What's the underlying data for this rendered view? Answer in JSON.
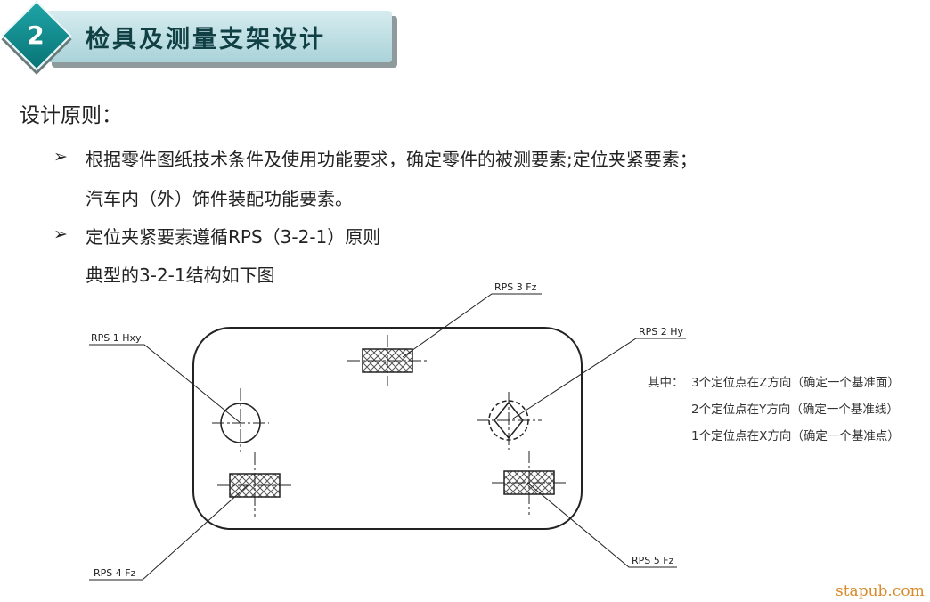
{
  "header": {
    "number": "2",
    "title": "检具及测量支架设计"
  },
  "section_label": "设计原则：",
  "bullets": [
    {
      "lines": [
        "根据零件图纸技术条件及使用功能要求，确定零件的被测要素;定位夹紧要素；",
        "汽车内（外）饰件装配功能要素。"
      ]
    },
    {
      "lines": [
        "定位夹紧要素遵循RPS（3-2-1）原则",
        "典型的3-2-1结构如下图"
      ]
    }
  ],
  "bullet_marker": "➢",
  "diagram": {
    "labels": {
      "rps3": "RPS 3 Fz",
      "rps1": "RPS 1 Hxy",
      "rps2": "RPS 2 Hy",
      "rps4": "RPS 4 Fz",
      "rps5": "RPS 5 Fz"
    },
    "notes": {
      "prefix": "其中：",
      "lines": [
        "3个定位点在Z方向（确定一个基准面）",
        "2个定位点在Y方向（确定一个基准线）",
        "1个定位点在X方向（确定一个基准点）"
      ]
    }
  },
  "watermark": "stapub.com"
}
